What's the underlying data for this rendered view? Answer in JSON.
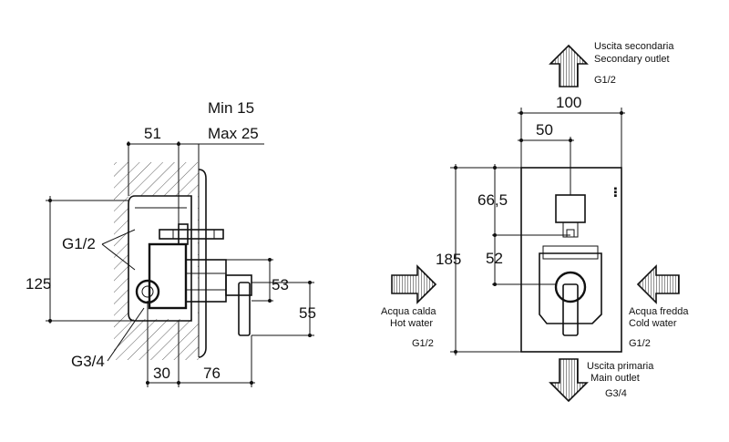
{
  "side_view": {
    "min_label": "Min 15",
    "max_label": "Max 25",
    "dim_51": "51",
    "dim_g12": "G1/2",
    "dim_125": "125",
    "dim_53": "53",
    "dim_55": "55",
    "dim_g34": "G3/4",
    "dim_30": "30",
    "dim_76": "76"
  },
  "front_view": {
    "secondary_outlet_it": "Uscita secondaria",
    "secondary_outlet_en": "Secondary outlet",
    "secondary_outlet_size": "G1/2",
    "dim_100": "100",
    "dim_50": "50",
    "dim_66_5": "66,5",
    "dim_185": "185",
    "dim_52": "52",
    "hot_water_it": "Acqua calda",
    "hot_water_en": "Hot water",
    "hot_water_size": "G1/2",
    "cold_water_it": "Acqua fredda",
    "cold_water_en": "Cold water",
    "cold_water_size": "G1/2",
    "main_outlet_it": "Uscita primaria",
    "main_outlet_en": "Main outlet",
    "main_outlet_size": "G3/4"
  }
}
